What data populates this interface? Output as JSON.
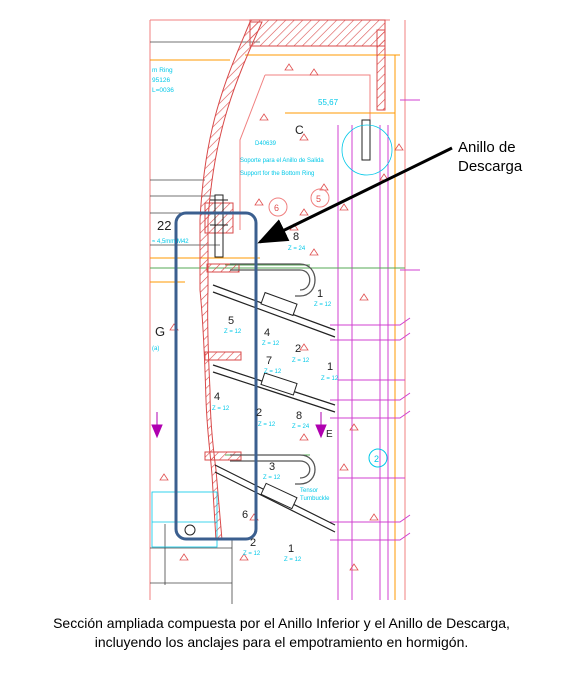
{
  "colors": {
    "concrete_outline": "#f08080",
    "steel_hatch": "#d94a4a",
    "anchor_green": "#55aa55",
    "embed_magenta": "#d040d0",
    "dim_orange": "#ff9900",
    "note_cyan": "#00c8e8",
    "highlight_box": "#3b5f8f",
    "drawing_lines": "#222222",
    "marker_purple": "#b000b0"
  },
  "callout": {
    "line1": "Anillo de",
    "line2": "Descarga"
  },
  "caption": {
    "line1": "Sección ampliada compuesta por el Anillo Inferior y el Anillo de Descarga,",
    "line2": "incluyendo los anclajes para el empotramiento en hormigón."
  },
  "drawing_labels": {
    "ring_note_1": "m Ring",
    "ring_note_2": "95126",
    "ring_note_3": "L=0036",
    "elevation": "55,67",
    "section_C": "C",
    "support_note_code": "D40639",
    "support_note_es": "Soporte para el Anillo de Salida",
    "support_note_en": "Support for the Bottom Ring",
    "circle_6": "6",
    "circle_5": "5",
    "circle_2": "2",
    "num_22": "22",
    "bolt_note": "≈ 4,5mm M42",
    "item_8a": "8",
    "z24a": "Z = 24",
    "item_1a": "1",
    "z12a": "Z = 12",
    "item_5": "5",
    "z12b": "Z = 12",
    "item_4a": "4",
    "z12c": "Z = 12",
    "item_2a": "2",
    "z12d": "Z = 12",
    "label_G": "G",
    "item_7": "7",
    "z12e": "Z = 12",
    "item_1b": "1",
    "z12f": "Z = 12",
    "item_4b": "4",
    "z12g": "Z = 12",
    "item_2b": "2",
    "z12h": "Z = 12",
    "item_8b": "8",
    "z24b": "Z = 24",
    "label_E": "E",
    "item_3": "3",
    "z12i": "Z = 12",
    "tensor_es": "Tensor",
    "tensor_en": "Turnbuckle",
    "item_6": "6",
    "item_2c": "2",
    "z12j": "Z = 12",
    "item_1c": "1",
    "z12k": "Z = 12",
    "side_note": "(a)"
  }
}
